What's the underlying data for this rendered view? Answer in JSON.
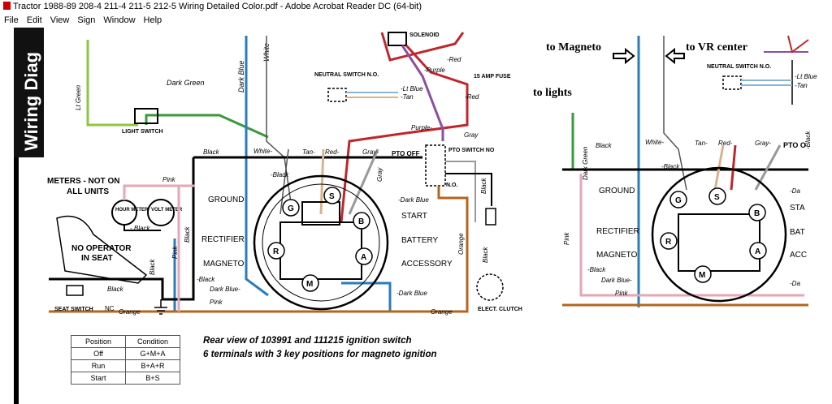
{
  "window": {
    "title": "Tractor 1988-89 208-4 211-4 211-5 212-5 Wiring Detailed Color.pdf - Adobe Acrobat Reader DC (64-bit)"
  },
  "menu": [
    "File",
    "Edit",
    "View",
    "Sign",
    "Window",
    "Help"
  ],
  "diagram": {
    "vertical_title": "Wiring Diag",
    "wire_labels": {
      "dark_green": "Dark Green",
      "lt_green": "Lt Green",
      "dark_blue": "Dark Blue",
      "white": "White",
      "solenoid": "SOLENOID",
      "red": "-Red",
      "purple": "-Purple",
      "amp_fuse": "15 AMP FUSE",
      "red2": "-Red",
      "lt_blue": "-Lt Blue",
      "tan": "-Tan",
      "neutral_switch": "NEUTRAL SWITCH N.O.",
      "light_switch": "LIGHT SWITCH",
      "purple2": "Purple-",
      "gray": "Gray",
      "black_top": "Black",
      "white2": "White-",
      "tan2": "Tan-",
      "red3": "Red-",
      "gray2": "Gray-",
      "pto_off": "PTO OFF",
      "pto_switch": "PTO SWITCH NO",
      "no": "N.O.",
      "gray3": "Gray",
      "black_r": "Black",
      "meters": "METERS - NOT ON",
      "all_units": "ALL UNITS",
      "pink": "Pink",
      "hour_meter": "HOUR METER",
      "volt_meter": "VOLT METER",
      "black_m": "- Black",
      "black_v": "Black",
      "black_dash": "-Black",
      "ground": "GROUND",
      "rectifier": "RECTIFIER",
      "magneto": "MAGNETO",
      "start": "START",
      "battery": "BATTERY",
      "accessory": "ACCESSORY",
      "dark_blue_r": "-Dark Blue",
      "dark_blue_b": "-Dark Blue",
      "black2": "-Black",
      "dark_blue2": "Dark Blue-",
      "pink2": "Pink",
      "pink3": "Pink",
      "black3": "Black",
      "black4": "Black",
      "no_operator": "NO OPERATOR",
      "in_seat": "IN SEAT",
      "seat_switch": "SEAT SWITCH",
      "nc": "NC",
      "orange": "Orange",
      "orange2": "Orange",
      "orange_v": "Orange",
      "black_v2": "Black",
      "elect_clutch": "ELECT. CLUTCH",
      "term_s": "S",
      "term_b": "B",
      "term_g": "G",
      "term_r": "R",
      "term_a": "A",
      "term_m": "M",
      "meter_plus": "+",
      "meter_minus": "−"
    },
    "condition_table": {
      "headers": [
        "Position",
        "Condition"
      ],
      "rows": [
        [
          "Off",
          "G+M+A"
        ],
        [
          "Run",
          "B+A+R"
        ],
        [
          "Start",
          "B+S"
        ]
      ]
    },
    "caption_line1": "Rear view of 103991 and 111215 ignition switch",
    "caption_line2": "6 terminals with 3 key positions for magneto ignition"
  },
  "annotations": {
    "to_magneto": "to Magneto",
    "to_vr_center": "to VR center",
    "to_lights": "to lights"
  },
  "zoom_view": {
    "dark_green": "Dark Green",
    "black": "Black",
    "white": "White-",
    "tan": "Tan-",
    "red": "Red-",
    "gray": "Gray-",
    "pto": "PTO O",
    "ground": "GROUND",
    "rectifier": "RECTIFIER",
    "magneto": "MAGNETO",
    "black2": "-Black",
    "dark_blue": "Dark Blue-",
    "pink": "Pink",
    "pink_v": "Pink",
    "black_b": "-Black",
    "neutral": "NEUTRAL SWITCH N.O.",
    "lt_blue": "-Lt Blue",
    "tan_r": "-Tan",
    "r_da": "-Da",
    "r_sta": "STA",
    "r_bat": "BAT",
    "r_acc": "ACC",
    "r_da2": "-Da",
    "r_black": "-Black",
    "term_r": "R",
    "term_m": "M",
    "term_g": "G",
    "term_s": "S",
    "term_b": "B",
    "term_a": "A"
  },
  "colors": {
    "dark_blue": "#2a7bbf",
    "red": "#c0272d",
    "purple": "#8c4ea3",
    "orange": "#b5651d",
    "pink": "#e6a6b4",
    "green": "#3a9a3a",
    "light_green": "#8dc63f",
    "tan": "#d9b38c",
    "gray": "#999999"
  }
}
